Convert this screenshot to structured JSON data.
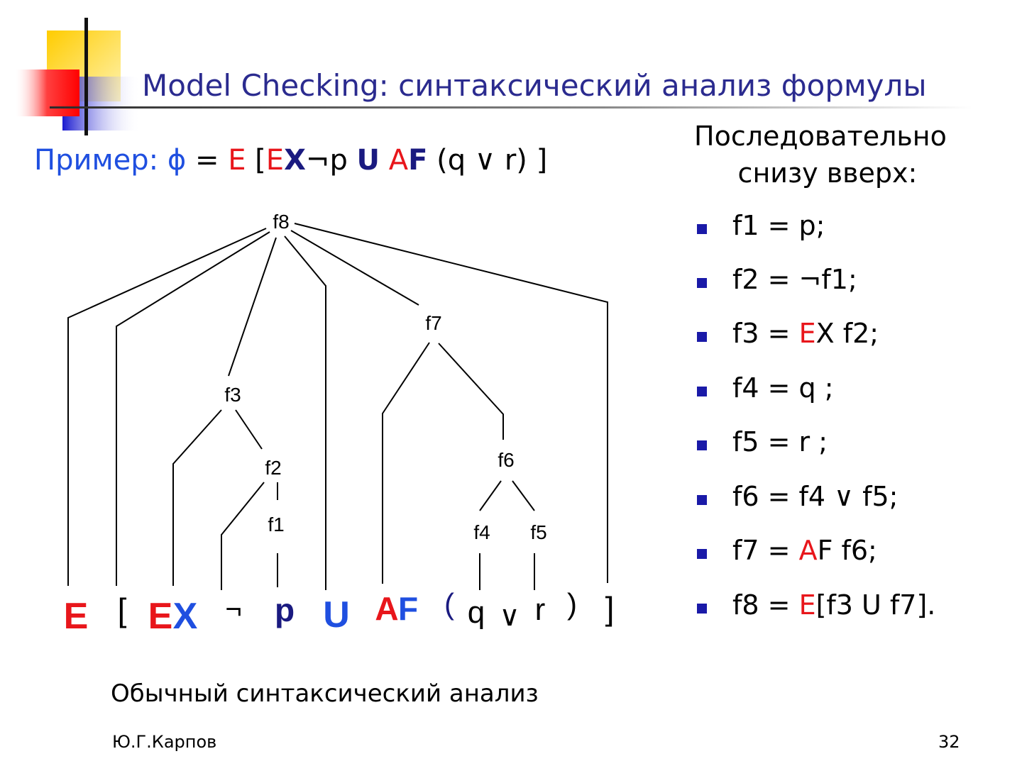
{
  "slide": {
    "title": "Model Checking:  синтаксический анализ формулы",
    "author": "Ю.Г.Карпов",
    "page_number": "32"
  },
  "example": {
    "label": "Пример:",
    "phi": "ϕ",
    "eq": " = ",
    "E1": "E",
    "open_bracket": " [",
    "E2": "E",
    "X": "X",
    "not_p": "¬p ",
    "U": "U",
    "A": " A",
    "F": "F",
    "rest": " (q ∨ r) ]"
  },
  "tree": {
    "nodes": [
      "f8",
      "f7",
      "f3",
      "f2",
      "f1",
      "f6",
      "f4",
      "f5"
    ],
    "leaves": {
      "E": "E",
      "lbracket": "[",
      "EX_E": "E",
      "EX_X": "X",
      "neg": "¬",
      "p": "p",
      "U": "U",
      "AF_A": "A",
      "AF_F": "F",
      "lparen": "(",
      "q": "q",
      "or": "∨",
      "r": "r",
      "rparen": ")",
      "rbracket": "]"
    },
    "colors": {
      "red": "#e8161b",
      "blue": "#1f4fe0",
      "navy": "#1a1a80"
    }
  },
  "caption": "Обычный синтаксический анализ",
  "rhs": {
    "heading_line1": "Последовательно",
    "heading_line2": "снизу вверх:",
    "steps": [
      {
        "pre": "f1 = p;",
        "red": "",
        "post": ""
      },
      {
        "pre": "f2 = ¬f1;",
        "red": "",
        "post": ""
      },
      {
        "pre": "f3 = ",
        "red": "E",
        "post": "X f2;"
      },
      {
        "pre": "f4 = q ;",
        "red": "",
        "post": ""
      },
      {
        "pre": "f5 = r ;",
        "red": "",
        "post": ""
      },
      {
        "pre": "f6 = f4 ∨ f5;",
        "red": "",
        "post": ""
      },
      {
        "pre": "f7 = ",
        "red": "A",
        "post": "F f6;"
      },
      {
        "pre": "f8 = ",
        "red": "E",
        "post": "[f3 U f7]."
      }
    ]
  }
}
